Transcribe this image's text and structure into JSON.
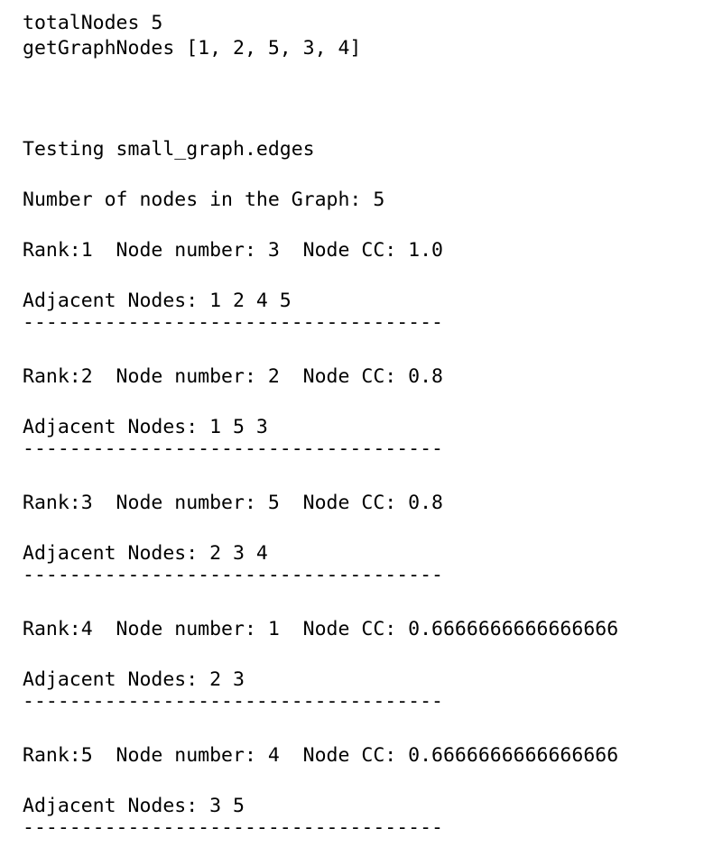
{
  "console": {
    "header": {
      "total_nodes_line": "totalNodes 5",
      "get_graph_nodes_line": "getGraphNodes [1, 2, 5, 3, 4]"
    },
    "testing_line": "Testing small_graph.edges",
    "node_count_line": "Number of nodes in the Graph: 5",
    "separator": "------------------------------------",
    "entries": [
      {
        "rank_line": "Rank:1  Node number: 3  Node CC: 1.0",
        "adjacent_line": "Adjacent Nodes: 1 2 4 5",
        "rank": 1,
        "node_number": 3,
        "node_cc": "1.0",
        "adjacent_nodes": [
          1,
          2,
          4,
          5
        ]
      },
      {
        "rank_line": "Rank:2  Node number: 2  Node CC: 0.8",
        "adjacent_line": "Adjacent Nodes: 1 5 3",
        "rank": 2,
        "node_number": 2,
        "node_cc": "0.8",
        "adjacent_nodes": [
          1,
          5,
          3
        ]
      },
      {
        "rank_line": "Rank:3  Node number: 5  Node CC: 0.8",
        "adjacent_line": "Adjacent Nodes: 2 3 4",
        "rank": 3,
        "node_number": 5,
        "node_cc": "0.8",
        "adjacent_nodes": [
          2,
          3,
          4
        ]
      },
      {
        "rank_line": "Rank:4  Node number: 1  Node CC: 0.6666666666666666",
        "adjacent_line": "Adjacent Nodes: 2 3",
        "rank": 4,
        "node_number": 1,
        "node_cc": "0.6666666666666666",
        "adjacent_nodes": [
          2,
          3
        ]
      },
      {
        "rank_line": "Rank:5  Node number: 4  Node CC: 0.6666666666666666",
        "adjacent_line": "Adjacent Nodes: 3 5",
        "rank": 5,
        "node_number": 4,
        "node_cc": "0.6666666666666666",
        "adjacent_nodes": [
          3,
          5
        ]
      }
    ],
    "colors": {
      "background": "#ffffff",
      "text": "#000000"
    }
  }
}
